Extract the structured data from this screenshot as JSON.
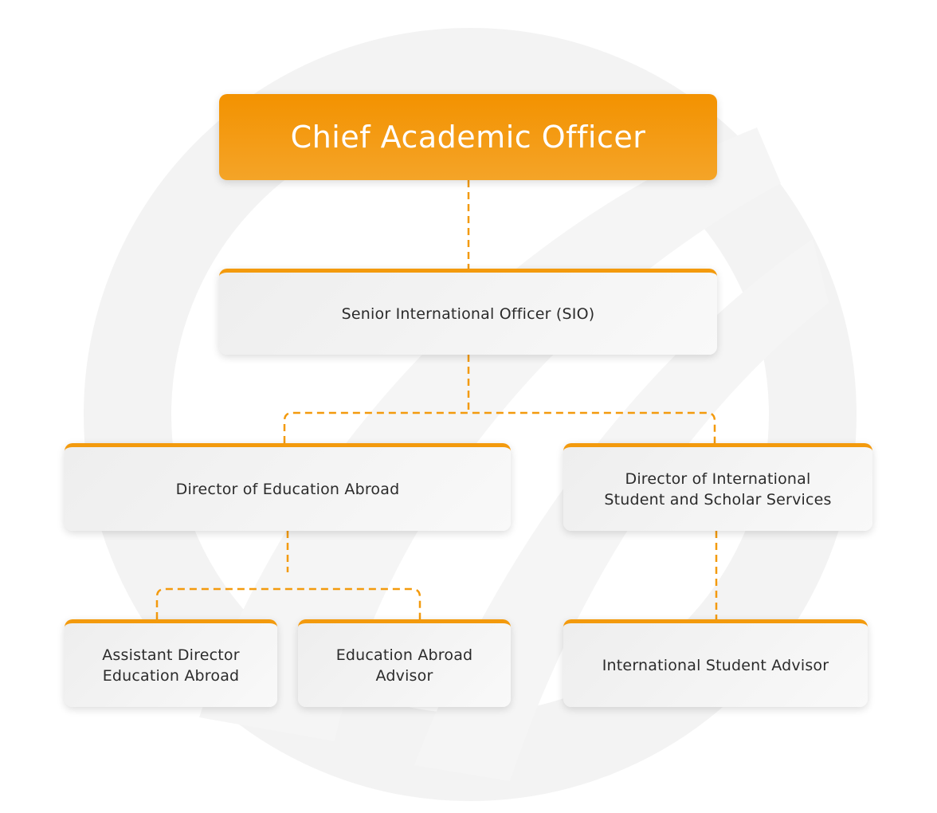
{
  "nodes": {
    "cao": "Chief Academic Officer",
    "sio": "Senior International Officer (SIO)",
    "dea": "Director of Education Abroad",
    "disss": "Director of International\nStudent and Scholar Services",
    "adea": "Assistant Director\nEducation Abroad",
    "eaa": "Education Abroad\nAdvisor",
    "isa": "International Student Advisor"
  },
  "colors": {
    "accent": "#f39a0d",
    "box": "#f2f2f2",
    "text": "#2b2b2b"
  }
}
